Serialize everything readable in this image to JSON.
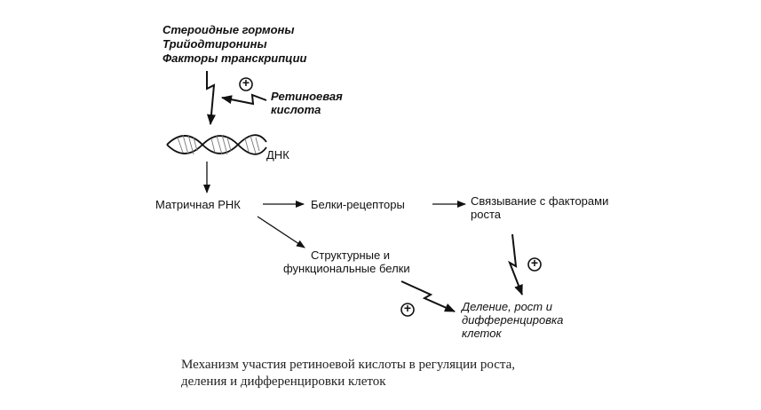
{
  "diagram": {
    "inputs": [
      "Стероидные гормоны",
      "Трийодтиронины",
      "Факторы транскрипции"
    ],
    "retinoic_acid": [
      "Ретиноевая",
      "кислота"
    ],
    "plus_sign": "+",
    "dna": "ДНК",
    "mrna": "Матричная РНК",
    "receptor_proteins": "Белки-рецепторы",
    "growth_binding": [
      "Связывание с факторами",
      "роста"
    ],
    "structural_proteins": [
      "Структурные и",
      "функциональные белки"
    ],
    "outcome": [
      "Деление, рост и",
      "дифференцировка",
      "клеток"
    ]
  },
  "caption": [
    "Механизм участия ретиноевой кислоты в регуляции роста,",
    "деления и дифференцировки клеток"
  ]
}
